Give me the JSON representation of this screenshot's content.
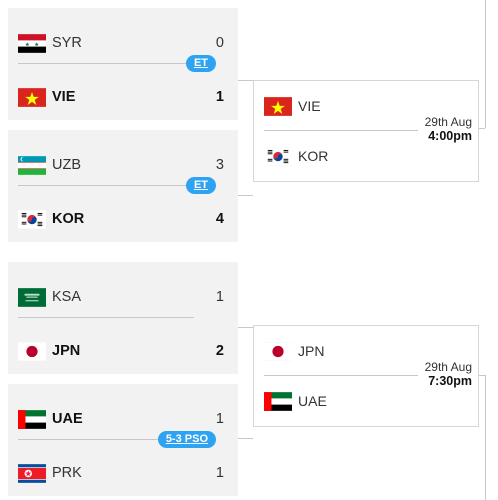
{
  "quarterfinals": [
    {
      "team1": {
        "code": "SYR",
        "score": "0",
        "flag": "syria-flag"
      },
      "team2": {
        "code": "VIE",
        "score": "1",
        "flag": "vietnam-flag"
      },
      "badge": "ET"
    },
    {
      "team1": {
        "code": "UZB",
        "score": "3",
        "flag": "uzbekistan-flag"
      },
      "team2": {
        "code": "KOR",
        "score": "4",
        "flag": "korea-flag"
      },
      "badge": "ET"
    },
    {
      "team1": {
        "code": "KSA",
        "score": "1",
        "flag": "saudi-arabia-flag"
      },
      "team2": {
        "code": "JPN",
        "score": "2",
        "flag": "japan-flag"
      }
    },
    {
      "team1": {
        "code": "UAE",
        "score": "1",
        "flag": "uae-flag"
      },
      "team2": {
        "code": "PRK",
        "score": "1",
        "flag": "north-korea-flag"
      },
      "badge": "5-3 PSO"
    }
  ],
  "semifinals": [
    {
      "team1": {
        "code": "VIE",
        "flag": "vietnam-flag"
      },
      "team2": {
        "code": "KOR",
        "flag": "korea-flag"
      },
      "date": "29th Aug",
      "time": "4:00pm"
    },
    {
      "team1": {
        "code": "JPN",
        "flag": "japan-flag"
      },
      "team2": {
        "code": "UAE",
        "flag": "uae-flag"
      },
      "date": "29th Aug",
      "time": "7:30pm"
    }
  ],
  "colors": {
    "accent": "#2ea3f2",
    "card": "#f2f2f2",
    "line": "#c8c8c8"
  }
}
